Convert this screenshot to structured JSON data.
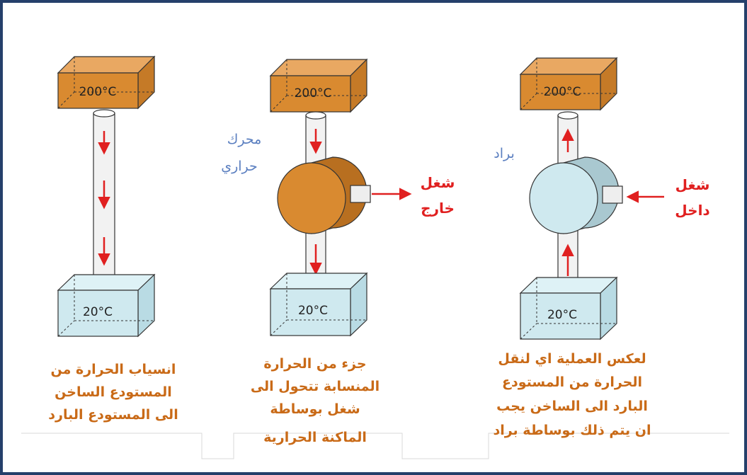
{
  "colors": {
    "hot_box": "#d98a30",
    "cold_box": "#cfe9ef",
    "engine_cylinder": "#d98a30",
    "fridge_cylinder": "#cfe9ef",
    "arrow": "#e02020",
    "blue_label": "#5b7fc0",
    "orange_text": "#c96a17",
    "border": "#25406b"
  },
  "panels": [
    {
      "hot_temp": "200°C",
      "cold_temp": "20°C",
      "caption": [
        "انسياب الحرارة من",
        "المستودع الساخن",
        "الى المستودع البارد"
      ]
    },
    {
      "hot_temp": "200°C",
      "cold_temp": "20°C",
      "device_label": [
        "محرك",
        "حراري"
      ],
      "work_label": [
        "شغل",
        "خارج"
      ],
      "caption": [
        "جزء من الحرارة",
        "المنسابة تتحول الى",
        "شغل بوساطة",
        "الماكنة الحرارية"
      ]
    },
    {
      "hot_temp": "200°C",
      "cold_temp": "20°C",
      "device_label": [
        "براد"
      ],
      "work_label": [
        "شغل",
        "داخل"
      ],
      "caption": [
        "لعكس العملية اي لنقل",
        "الحرارة من المستودع",
        "البارد الى الساخن يجب",
        "ان يتم ذلك بوساطة براد"
      ]
    }
  ]
}
